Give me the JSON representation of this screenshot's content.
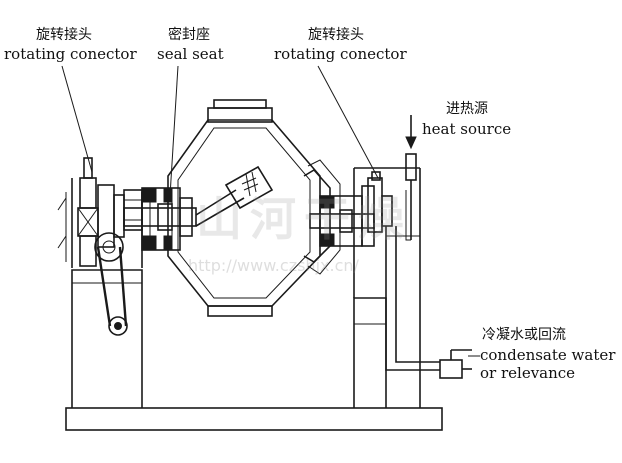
{
  "labels": {
    "rotating_connector_left": {
      "zh": "旋转接头",
      "en": "rotating conector"
    },
    "seal_seat": {
      "zh": "密封座",
      "en": "seal seat"
    },
    "rotating_connector_right": {
      "zh": "旋转接头",
      "en": "rotating conector"
    },
    "heat_source": {
      "zh": "进热源",
      "en": "heat source"
    },
    "condensate": {
      "zh": "冷凝水或回流",
      "en_line1": "condensate water",
      "en_line2": "or relevance"
    }
  },
  "watermark": {
    "brand": "山河干燥",
    "url": "http://www.czshjx.cn/"
  },
  "colors": {
    "line": "#1a1a1a",
    "background": "#ffffff",
    "watermark": "#9a9a9a"
  }
}
